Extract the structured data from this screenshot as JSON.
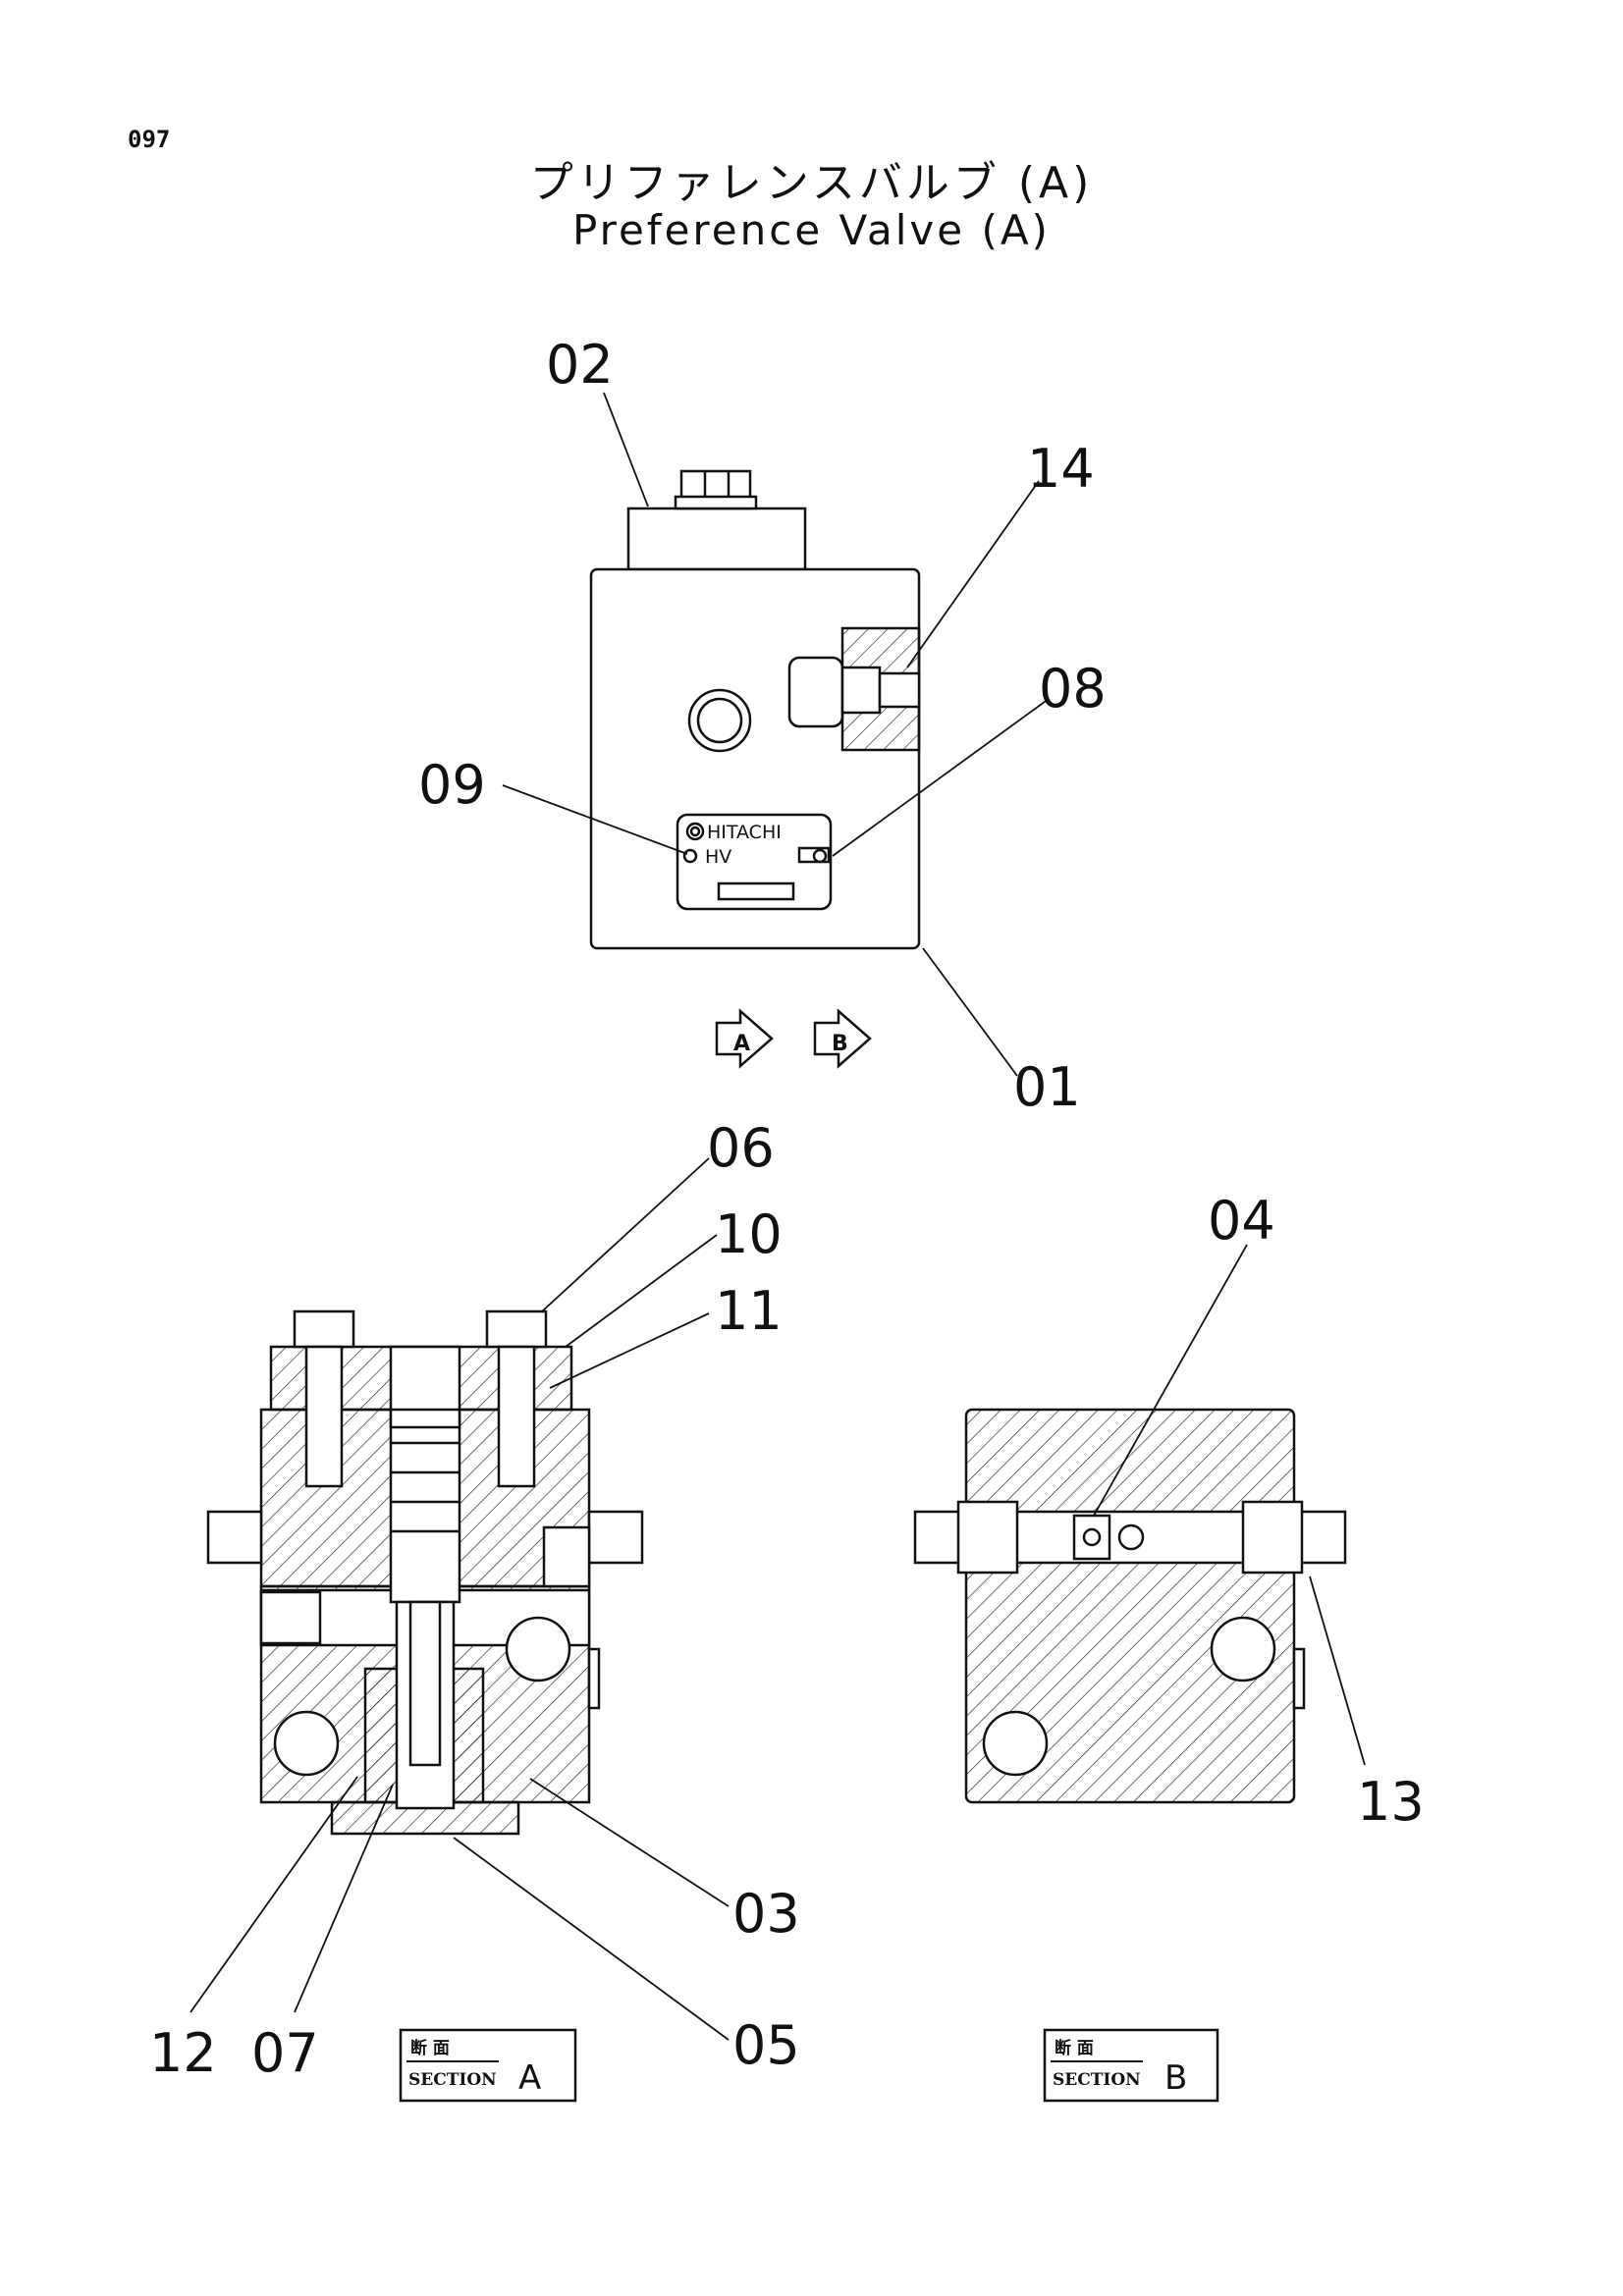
{
  "page_number": "097",
  "title_jp": "プリファレンスバルブ (A)",
  "title_en": "Preference Valve (A)",
  "callouts": {
    "c01": "01",
    "c02": "02",
    "c03": "03",
    "c04": "04",
    "c05": "05",
    "c06": "06",
    "c07": "07",
    "c08": "08",
    "c09": "09",
    "c10": "10",
    "c11": "11",
    "c12": "12",
    "c13": "13",
    "c14": "14"
  },
  "nameplate": {
    "brand": "HITACHI",
    "model": "HV"
  },
  "view_arrows": [
    "A",
    "B"
  ],
  "section_a": {
    "jp": "断 面",
    "en": "SECTION",
    "letter": "A"
  },
  "section_b": {
    "jp": "断 面",
    "en": "SECTION",
    "letter": "B"
  },
  "colors": {
    "ink": "#111111",
    "paper": "#ffffff"
  }
}
